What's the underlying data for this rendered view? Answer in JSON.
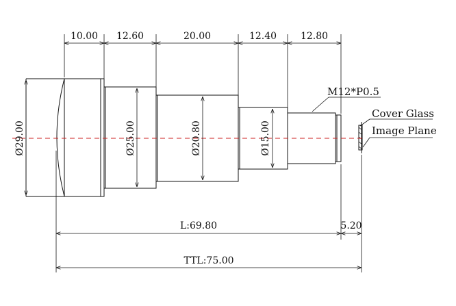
{
  "top_dimensions": [
    "10.00",
    "12.60",
    "20.00",
    "12.40",
    "12.80"
  ],
  "diameters": [
    "Ø29.00",
    "Ø25.00",
    "Ø20.80",
    "Ø15.00"
  ],
  "thread_label": "M12*P0.5",
  "cover_glass_label": "Cover Glass",
  "image_plane_label": "Image Plane",
  "length_label": "L:69.80",
  "back_focus_label": "5.20",
  "ttl_label": "TTL:75.00",
  "colors": {
    "line": "#111111",
    "axis": "#cc2222"
  }
}
